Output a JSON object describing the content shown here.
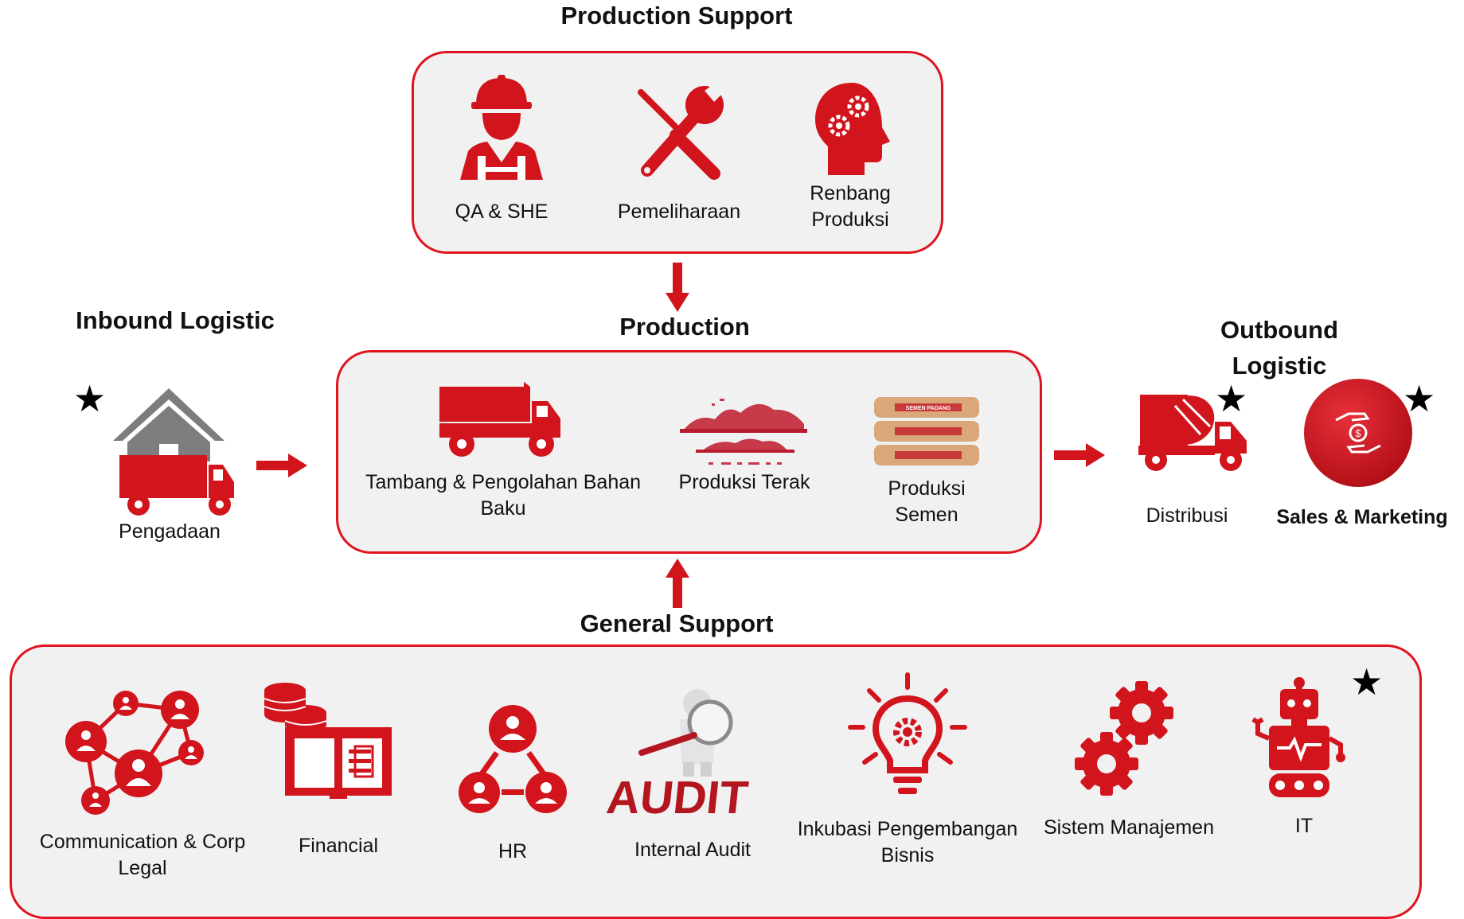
{
  "production_support": {
    "title": "Production Support",
    "items": [
      {
        "label": "QA & SHE",
        "icon": "worker-helmet-icon"
      },
      {
        "label": "Pemeliharaan",
        "icon": "wrench-screwdriver-icon"
      },
      {
        "label": "Renbang Produksi",
        "icon": "head-gears-icon"
      }
    ]
  },
  "production": {
    "title": "Production",
    "items": [
      {
        "label": "Tambang & Pengolahan Bahan Baku",
        "icon": "dump-truck-icon"
      },
      {
        "label": "Produksi Terak",
        "icon": "clinker-piles-icon"
      },
      {
        "label": "Produksi Semen",
        "icon": "cement-bags-icon",
        "bag_text": "SEMEN PADANG"
      }
    ]
  },
  "inbound": {
    "title": "Inbound Logistic",
    "item": {
      "label": "Pengadaan",
      "icon": "warehouse-truck-icon"
    },
    "starred": true
  },
  "outbound": {
    "title": "Outbound Logistic",
    "items": [
      {
        "label": "Distribusi",
        "icon": "mixer-truck-icon",
        "starred": true
      },
      {
        "label": "Sales & Marketing",
        "icon": "hands-money-icon",
        "starred": true
      }
    ]
  },
  "general_support": {
    "title": "General Support",
    "starred": true,
    "items": [
      {
        "label": "Communication & Corp Legal",
        "icon": "network-people-icon"
      },
      {
        "label": "Financial",
        "icon": "coins-book-icon"
      },
      {
        "label": "HR",
        "icon": "people-hierarchy-icon"
      },
      {
        "label": "Internal Audit",
        "icon": "audit-magnifier-icon",
        "icon_text": "AUDIT"
      },
      {
        "label": "Inkubasi Pengembangan Bisnis",
        "icon": "lightbulb-gear-icon"
      },
      {
        "label": "Sistem Manajemen",
        "icon": "gears-icon"
      },
      {
        "label": "IT",
        "icon": "robot-icon"
      }
    ]
  },
  "star_symbol": "★",
  "colors": {
    "accent": "#d2141c",
    "box_border": "#e0141e",
    "box_fill": "#f1f1f1",
    "roof_gray": "#7d7d7d"
  }
}
